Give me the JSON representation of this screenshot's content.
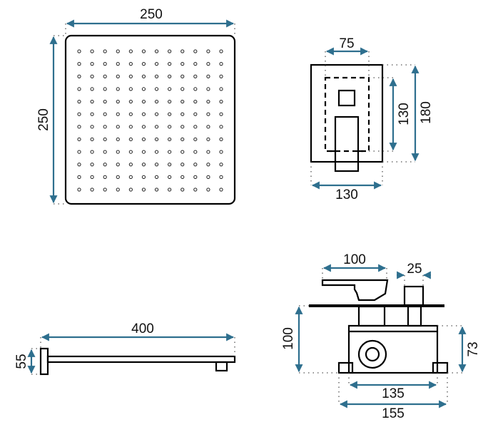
{
  "accent_color": "#2e6f8e",
  "shower_head": {
    "width_label": "250",
    "height_label": "250",
    "nozzle_rows": 12,
    "nozzle_cols": 12
  },
  "mixer_front": {
    "inner_width_label": "75",
    "outer_width_label": "130",
    "inner_height_label": "130",
    "outer_height_label": "180"
  },
  "shower_arm": {
    "length_label": "400",
    "flange_height_label": "55"
  },
  "mixer_side": {
    "handle_label": "100",
    "diverter_label": "25",
    "box_height_label": "73",
    "total_depth_label": "100",
    "inner_width_label": "135",
    "outer_width_label": "155"
  }
}
